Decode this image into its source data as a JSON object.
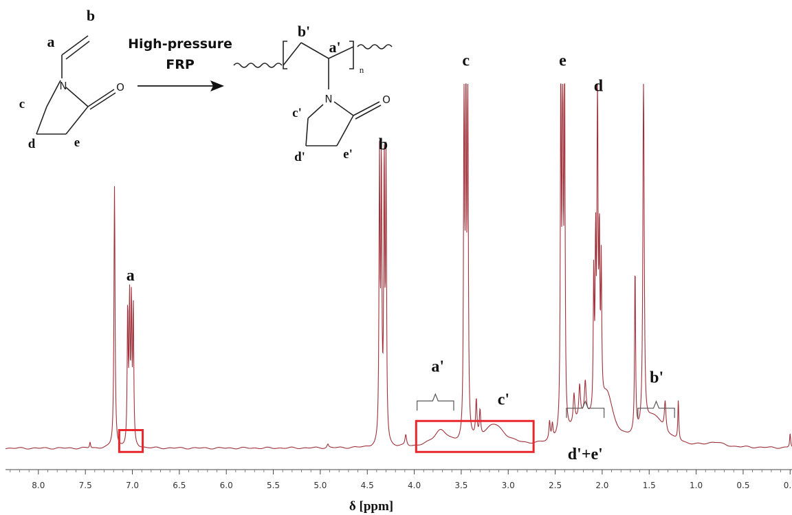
{
  "chart_data": {
    "type": "line",
    "title": "",
    "xlabel": "δ [ppm]",
    "ylabel": "",
    "x_reversed": true,
    "xlim": [
      8.35,
      -0.02
    ],
    "x_ticks": [
      8.0,
      7.5,
      7.0,
      6.5,
      6.0,
      5.5,
      5.0,
      4.5,
      4.0,
      3.5,
      3.0,
      2.5,
      2.0,
      1.5,
      1.0,
      0.5,
      0.0
    ],
    "x_tick_labels": [
      "8.0",
      "7.5",
      "7.0",
      "6.5",
      "6.0",
      "5.5",
      "5.0",
      "4.5",
      "4.0",
      "3.5",
      "3.0",
      "2.5",
      "2.0",
      "1.5",
      "1.0",
      "0.5",
      "0.0"
    ],
    "ylim": [
      0,
      100
    ],
    "grid": false,
    "line_color": "#9e3039",
    "highlight_color": "#e8262b",
    "series": [
      {
        "peaks": [
          {
            "x": 7.19,
            "h": 72,
            "w": 0.007
          },
          {
            "x": 7.05,
            "h": 37,
            "w": 0.006
          },
          {
            "x": 7.03,
            "h": 38,
            "w": 0.006
          },
          {
            "x": 7.01,
            "h": 38,
            "w": 0.006
          },
          {
            "x": 6.99,
            "h": 37,
            "w": 0.006
          },
          {
            "x": 4.37,
            "h": 76,
            "w": 0.006
          },
          {
            "x": 4.35,
            "h": 76,
            "w": 0.006
          },
          {
            "x": 4.32,
            "h": 76,
            "w": 0.006
          },
          {
            "x": 4.3,
            "h": 76,
            "w": 0.006
          },
          {
            "x": 3.47,
            "h": 100,
            "w": 0.006
          },
          {
            "x": 3.45,
            "h": 100,
            "w": 0.006
          },
          {
            "x": 3.43,
            "h": 100,
            "w": 0.006
          },
          {
            "x": 3.34,
            "h": 10,
            "w": 0.008
          },
          {
            "x": 3.3,
            "h": 7,
            "w": 0.008
          },
          {
            "x": 2.44,
            "h": 100,
            "w": 0.006
          },
          {
            "x": 2.42,
            "h": 100,
            "w": 0.006
          },
          {
            "x": 2.4,
            "h": 100,
            "w": 0.006
          },
          {
            "x": 2.3,
            "h": 8,
            "w": 0.01
          },
          {
            "x": 2.24,
            "h": 9,
            "w": 0.01
          },
          {
            "x": 2.18,
            "h": 9,
            "w": 0.01
          },
          {
            "x": 2.09,
            "h": 38,
            "w": 0.006
          },
          {
            "x": 2.07,
            "h": 45,
            "w": 0.006
          },
          {
            "x": 2.05,
            "h": 93,
            "w": 0.006
          },
          {
            "x": 2.03,
            "h": 45,
            "w": 0.006
          },
          {
            "x": 2.01,
            "h": 38,
            "w": 0.006
          },
          {
            "x": 1.65,
            "h": 46,
            "w": 0.006
          },
          {
            "x": 1.56,
            "h": 100,
            "w": 0.008
          },
          {
            "x": 1.33,
            "h": 8,
            "w": 0.01
          },
          {
            "x": 1.19,
            "h": 11,
            "w": 0.006
          },
          {
            "x": 7.45,
            "h": 1.7,
            "w": 0.006
          },
          {
            "x": 4.92,
            "h": 1,
            "w": 0.01
          },
          {
            "x": 4.09,
            "h": 3,
            "w": 0.01
          },
          {
            "x": 2.56,
            "h": 5,
            "w": 0.008
          },
          {
            "x": 2.53,
            "h": 4,
            "w": 0.008
          },
          {
            "x": 0.0,
            "h": 4,
            "w": 0.006
          }
        ],
        "broad": [
          {
            "x": 3.72,
            "h": 4.5,
            "w": 0.09
          },
          {
            "x": 3.15,
            "h": 6,
            "w": 0.14
          },
          {
            "x": 2.2,
            "h": 7,
            "w": 0.16
          },
          {
            "x": 1.95,
            "h": 12,
            "w": 0.08
          },
          {
            "x": 1.45,
            "h": 8,
            "w": 0.14
          },
          {
            "x": 0.8,
            "h": 1.2,
            "w": 0.1
          }
        ]
      }
    ],
    "annotations": [
      {
        "label": "a",
        "x": 7.02,
        "h": 46
      },
      {
        "label": "b",
        "x": 4.33,
        "h": 82
      },
      {
        "label": "c",
        "x": 3.45,
        "h": 105
      },
      {
        "label": "e",
        "x": 2.42,
        "h": 105
      },
      {
        "label": "d",
        "x": 2.04,
        "h": 98
      },
      {
        "label": "a'",
        "x": 3.75,
        "h": 21
      },
      {
        "label": "c'",
        "x": 3.05,
        "h": 12
      },
      {
        "label": "b'",
        "x": 1.42,
        "h": 18
      },
      {
        "label": "d'+e'",
        "x": 2.18,
        "h": -3
      }
    ],
    "brackets": [
      {
        "x1": 3.97,
        "x2": 3.58,
        "h": 13
      },
      {
        "x1": 2.38,
        "x2": 1.98,
        "h": 11
      },
      {
        "x1": 1.62,
        "x2": 1.23,
        "h": 11
      }
    ],
    "highlight_boxes": [
      {
        "x1": 7.14,
        "x2": 6.89,
        "h1": -1,
        "h2": 5
      },
      {
        "x1": 3.98,
        "x2": 2.73,
        "h1": -1,
        "h2": 7.5
      }
    ]
  },
  "scheme": {
    "arrow_label_line1": "High-pressure",
    "arrow_label_line2": "FRP",
    "monomer": {
      "a": "a",
      "b": "b",
      "c": "c",
      "d": "d",
      "e": "e",
      "N": "N",
      "O": "O"
    },
    "polymer": {
      "a": "a'",
      "b": "b'",
      "c": "c'",
      "d": "d'",
      "e": "e'",
      "N": "N",
      "O": "O",
      "n": "n"
    }
  }
}
